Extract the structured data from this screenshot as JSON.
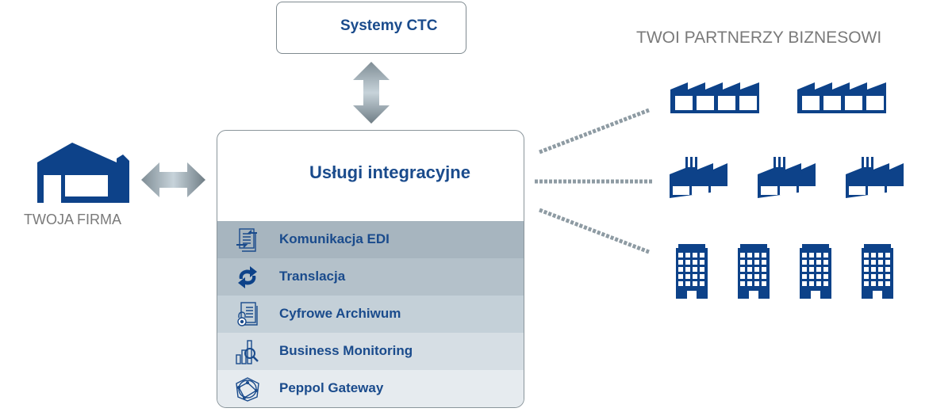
{
  "ctc": {
    "label": "Systemy CTC",
    "icon": "bank-icon"
  },
  "company": {
    "label": "TWOJA FIRMA",
    "icon": "warehouse-icon"
  },
  "partners": {
    "label": "TWOI PARTNERZY BIZNESOWI",
    "groups": [
      {
        "type": "factory-icon",
        "count": 2
      },
      {
        "type": "factory-chimney-icon",
        "count": 3
      },
      {
        "type": "office-building-icon",
        "count": 4
      }
    ]
  },
  "integration": {
    "title": "Usługi integracyjne",
    "icon": "cubes-icon",
    "services": [
      {
        "label": "Komunikacja EDI",
        "icon": "document-exchange-icon",
        "bg": "#a7b5bf"
      },
      {
        "label": "Translacja",
        "icon": "sync-arrows-icon",
        "bg": "#b4c1ca"
      },
      {
        "label": "Cyfrowe Archiwum",
        "icon": "document-lock-icon",
        "bg": "#c4d0d8"
      },
      {
        "label": "Business Monitoring",
        "icon": "chart-search-icon",
        "bg": "#d6dee4"
      },
      {
        "label": "Peppol Gateway",
        "icon": "network-globe-icon",
        "bg": "#e6ebef"
      }
    ]
  },
  "colors": {
    "brand_blue": "#0d4289",
    "text_blue": "#1a4b8c",
    "arrow_gray": "#8e9ba3",
    "caption_gray": "#7a7a7a"
  }
}
